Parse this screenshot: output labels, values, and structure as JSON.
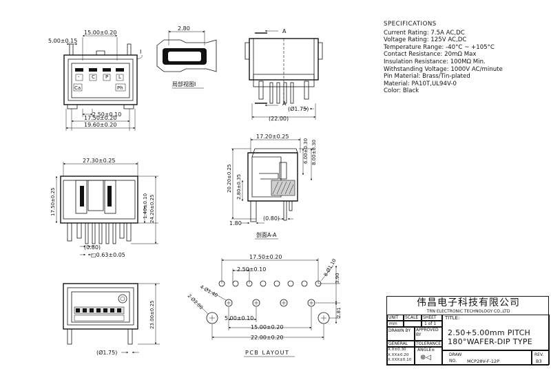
{
  "specs": {
    "heading": "SPECIFICATIONS",
    "lines": [
      "Current Rating: 7.5A AC,DC",
      "Voltage Rating: 125V AC,DC",
      "Temperature Range: -40°C ~ +105°C",
      "Contact Resistance: 20mΩ Max",
      "Insulation Resistance: 100MΩ Min.",
      "Withstanding Voltage: 1000V AC/minute",
      "Pin Material: Brass/Tin-plated",
      "Material: PA10T,UL94V-0",
      "Color: Black"
    ]
  },
  "front_view": {
    "dim_top": "15.00±0.20",
    "dim_left": "5.00±0.15",
    "dim_2_50": "2.50±0.10",
    "dim_17_50": "17.50±0.20",
    "dim_19_60": "19.60±0.20",
    "marker_i": "I",
    "pin_labels": [
      "-",
      "C",
      "P",
      "L"
    ],
    "pin_labels2": [
      "Ca",
      "Ph"
    ]
  },
  "detail_view": {
    "dim": "2.80",
    "caption": "局部视图I"
  },
  "side_view": {
    "section_a_top": "A",
    "section_a_bottom": "A",
    "dim_dia": "(Ø1.75)",
    "dim_width": "(22.00)"
  },
  "section_view": {
    "dim_top": "17.20±0.25",
    "dim_6_00": "6.00±0.30",
    "dim_8_00": "8.00±0.30",
    "dim_20_20": "20.20±0.25",
    "dim_2_80": "2.80±0.35",
    "dim_1_80": "1.80",
    "dim_0_80": "(0.80)",
    "caption": "剖面A-A"
  },
  "bottom_view": {
    "dim_27_30": "27.30±0.25",
    "dim_17_50": "17.50±0.25",
    "dim_1_40": "1.40±0.10",
    "dim_24_20": "24.20±0.25",
    "dim_0_80": "(0.80)",
    "dim_0_63": "□0.63±0.05"
  },
  "top_view": {
    "dim_23_00": "23.00±0.25",
    "dim_dia": "(Ø1.75)"
  },
  "pcb_layout": {
    "dim_17_50": "17.50±0.20",
    "dim_2_50": "2.50±0.10",
    "dim_4_140": "4-Ø1.40",
    "dim_8_110": "8-Ø1.10",
    "dim_3_90": "3.90",
    "dim_2_200": "2-Ø2.00",
    "dim_5_00": "5.00±0.10",
    "dim_15_00": "15.00±0.20",
    "dim_22_00": "22.00±0.20",
    "dim_2_81": "2.81",
    "caption": "PCB LAYOUT"
  },
  "title_block": {
    "company_cn": "伟昌电子科技有限公司",
    "company_en": "TRN ELECTRONIC TECHNOLOGY CO.,LTD",
    "unit_label": "UNIT",
    "scale_label": "SCALE",
    "sheet_label": "SHEET",
    "unit_value": "mm",
    "sheet_value": "1 of 1",
    "title_label": "TITLE:",
    "title_line1": "2.50+5.00mm PITCH",
    "title_line2": "180°WAFER-DIP TYPE",
    "drawn_by": "DRAWN BY",
    "approved_by_1": "APPROVED",
    "approved_by_2": "BY",
    "general": "GENERAL",
    "tolerance": "TOLERANCE",
    "angle": "ANGLE±",
    "tol1": "X.X±0.30",
    "tol2": "X.XX±0.20",
    "tol3": "X.XXX±0.10",
    "draw_label": "DRAW",
    "no_label": "NO.",
    "drawing_no": "MCP28V-F-12P",
    "rev_label": "REV.",
    "rev_value": "B3"
  }
}
